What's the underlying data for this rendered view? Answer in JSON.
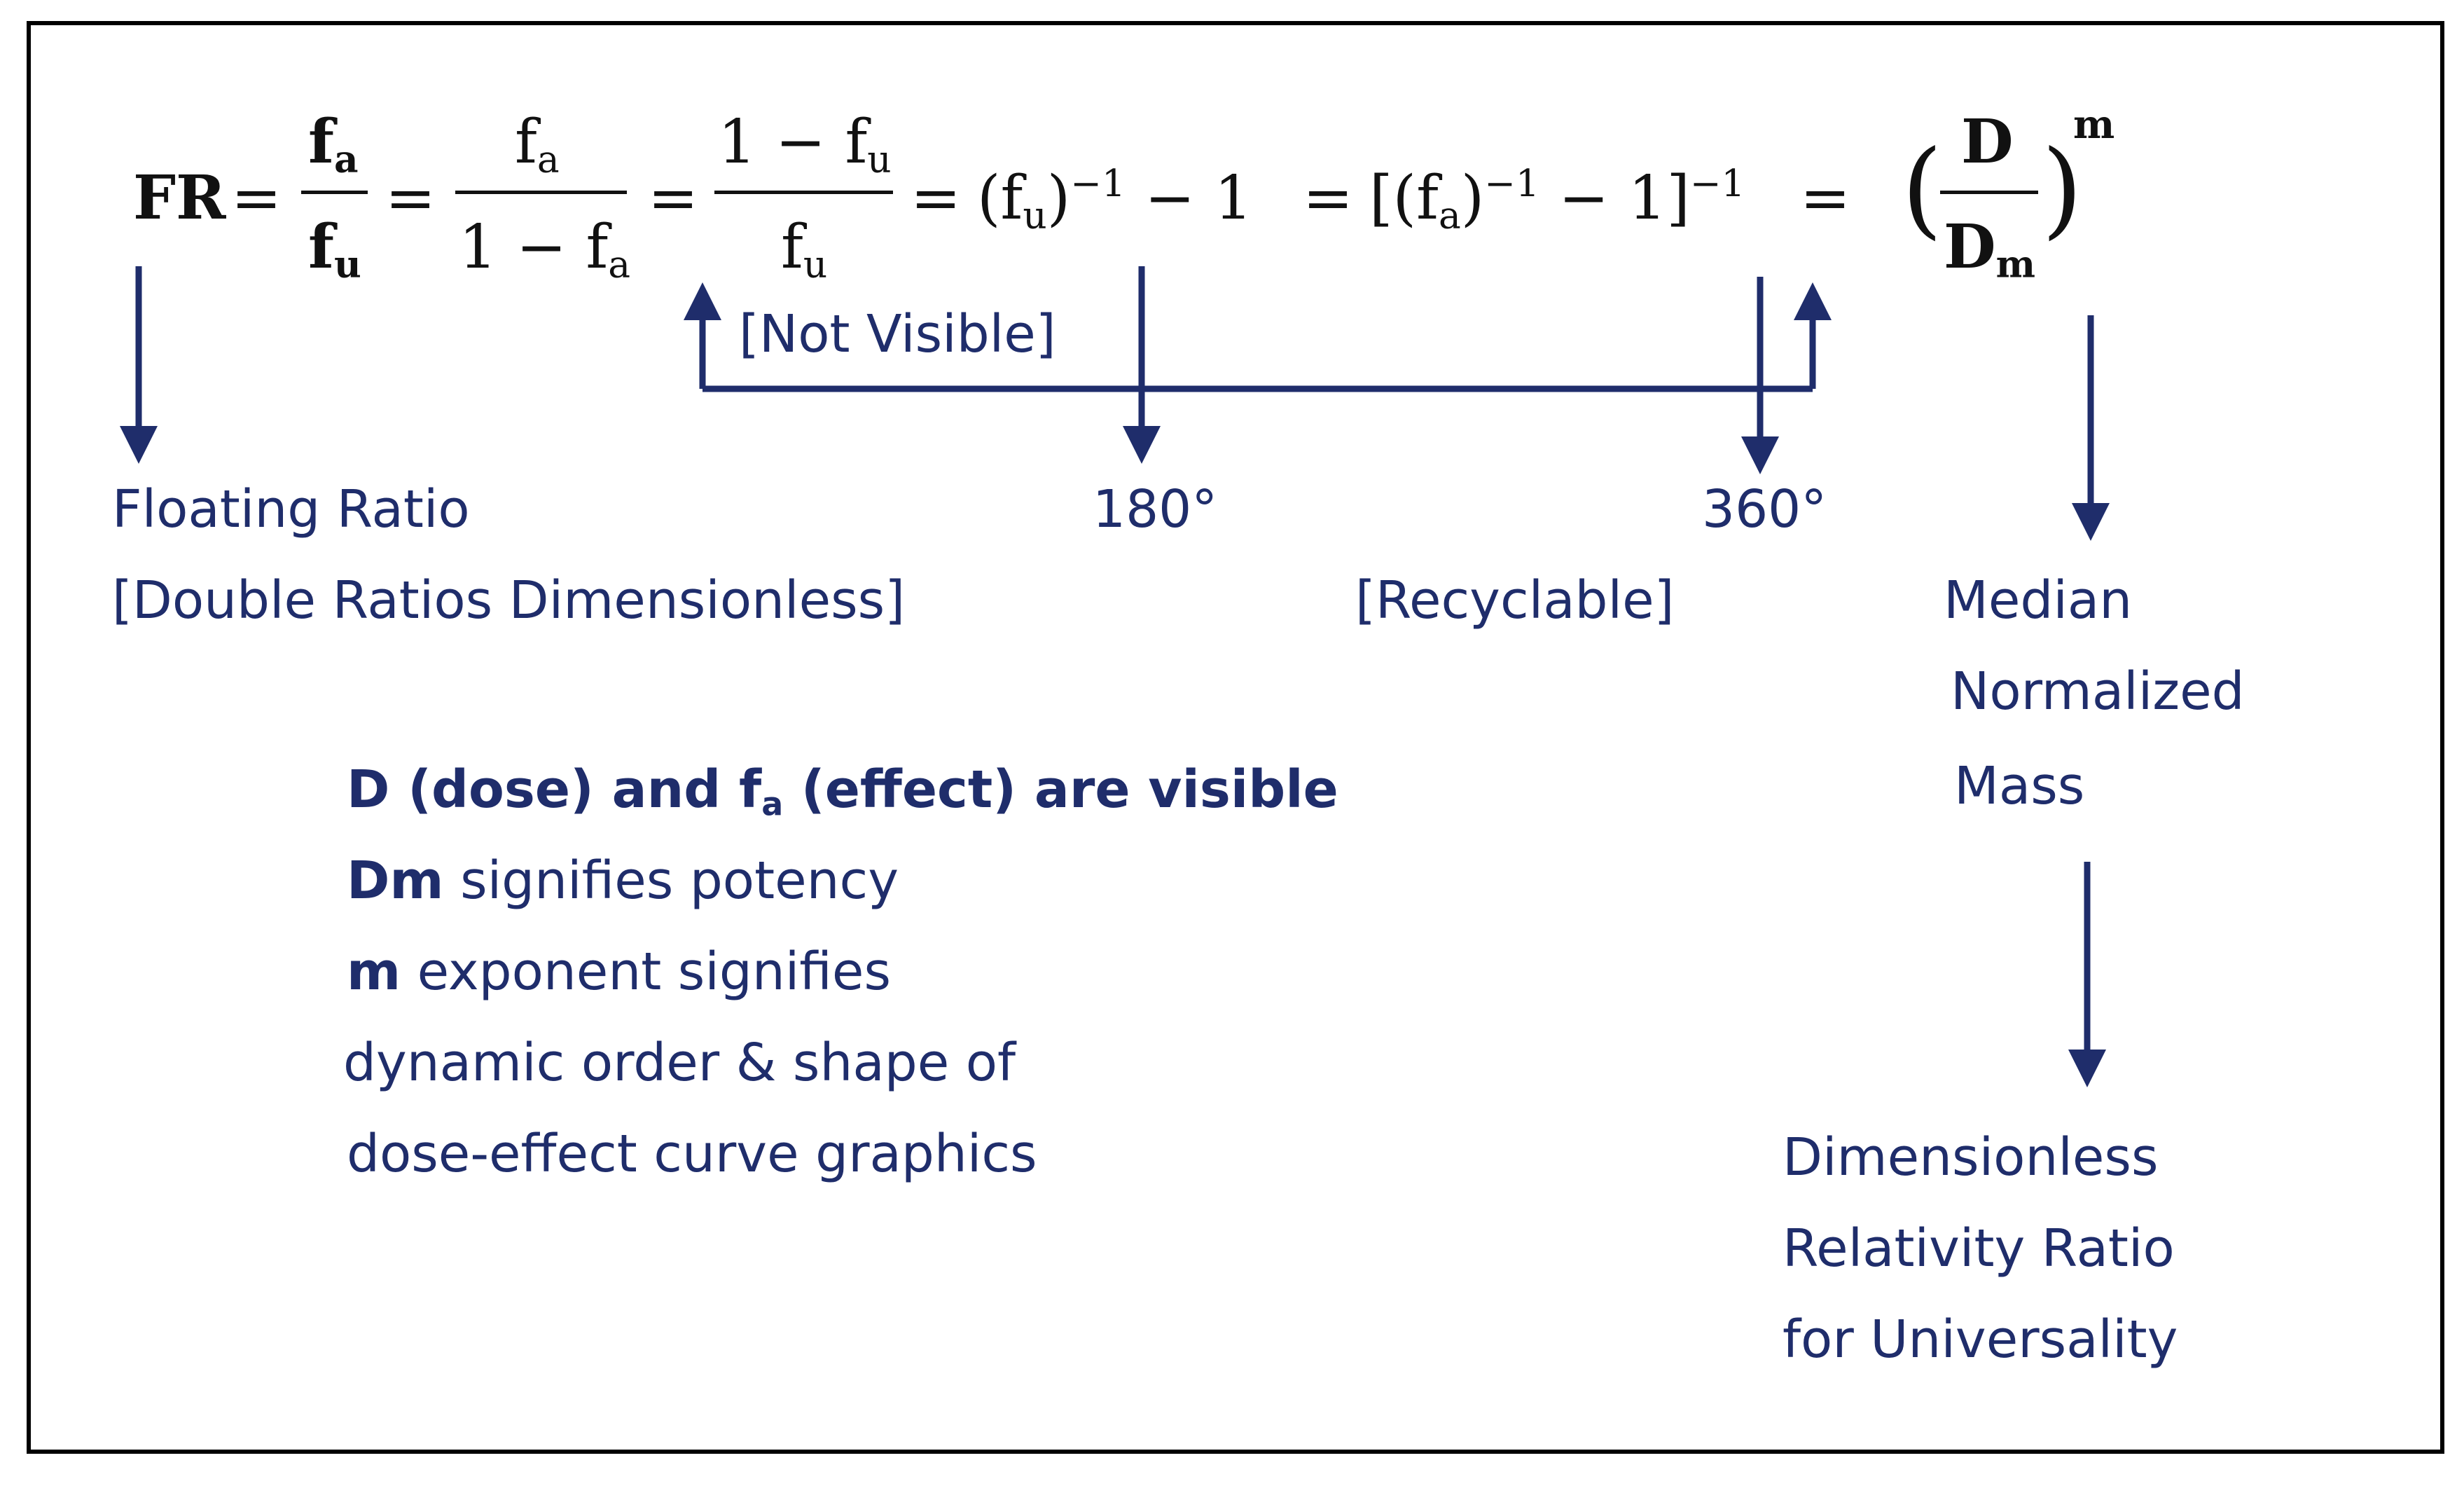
{
  "equation": {
    "fr": "FR",
    "eq": "=",
    "f": "f",
    "sub_a": "a",
    "sub_u": "u",
    "one": "1",
    "one_minus": "1 − ",
    "term_fu_open": "(f",
    "term_fu_close": ")",
    "exp_minus1": "−1",
    "minus_one": " − 1",
    "term_fa_open": "[(f",
    "term_fa_close": ")",
    "term_fa_tail": " − 1]",
    "D": "D",
    "Dm_D": "D",
    "Dm_sub": "m",
    "paren_open": "(",
    "paren_close": ")",
    "exp_m": "m"
  },
  "labels": {
    "not_visible": "[Not Visible]",
    "floating_ratio": "Floating Ratio",
    "double_ratios": "[Double Ratios Dimensionless]",
    "deg180": "180°",
    "deg360": "360°",
    "recyclable": "[Recyclable]",
    "median": "Median",
    "normalized": "Normalized",
    "mass": "Mass",
    "dimensionless": "Dimensionless",
    "relativity": "Relativity Ratio",
    "universality": "for Universality"
  },
  "notes": {
    "line1_bold_a": "D (dose) and f",
    "line1_bold_sub": "a",
    "line1_bold_b": " (effect) are visible",
    "line2_bold": "Dm",
    "line2_rest": " signifies potency",
    "line3_bold": "m",
    "line3_rest": " exponent signifies",
    "line4": "dynamic order & shape of",
    "line5": "dose-effect curve graphics"
  },
  "colors": {
    "arrow": "#1f2d6b",
    "text_blue": "#1f2d6b",
    "equation": "#111111",
    "border": "#000000"
  }
}
